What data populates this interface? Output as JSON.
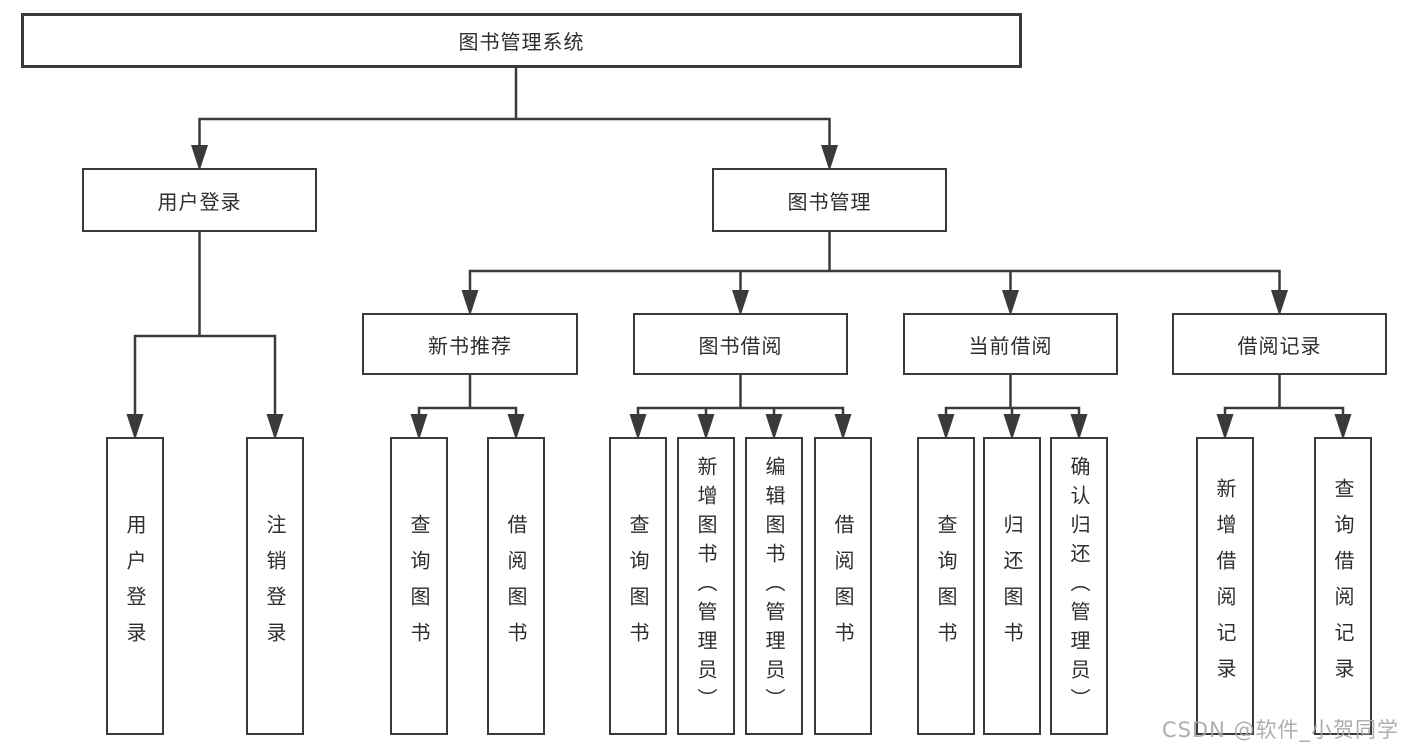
{
  "diagram": {
    "root": {
      "label": "图书管理系统"
    },
    "branches": [
      {
        "label": "用户登录",
        "children": [
          {
            "label": "用户登录"
          },
          {
            "label": "注销登录"
          }
        ]
      },
      {
        "label": "图书管理",
        "groups": [
          {
            "label": "新书推荐",
            "children": [
              {
                "label": "查询图书"
              },
              {
                "label": "借阅图书"
              }
            ]
          },
          {
            "label": "图书借阅",
            "children": [
              {
                "label": "查询图书"
              },
              {
                "label": "新增图书（管理员）"
              },
              {
                "label": "编辑图书（管理员）"
              },
              {
                "label": "借阅图书"
              }
            ]
          },
          {
            "label": "当前借阅",
            "children": [
              {
                "label": "查询图书"
              },
              {
                "label": "归还图书"
              },
              {
                "label": "确认归还（管理员）"
              }
            ]
          },
          {
            "label": "借阅记录",
            "children": [
              {
                "label": "新增借阅记录"
              },
              {
                "label": "查询借阅记录"
              }
            ]
          }
        ]
      }
    ]
  },
  "watermark": {
    "text": "CSDN @软件_小贺同学"
  },
  "colors": {
    "line": "#3a3a3a",
    "text": "#2e2e2e",
    "watermark": "#a5a5a5",
    "background": "#ffffff"
  }
}
